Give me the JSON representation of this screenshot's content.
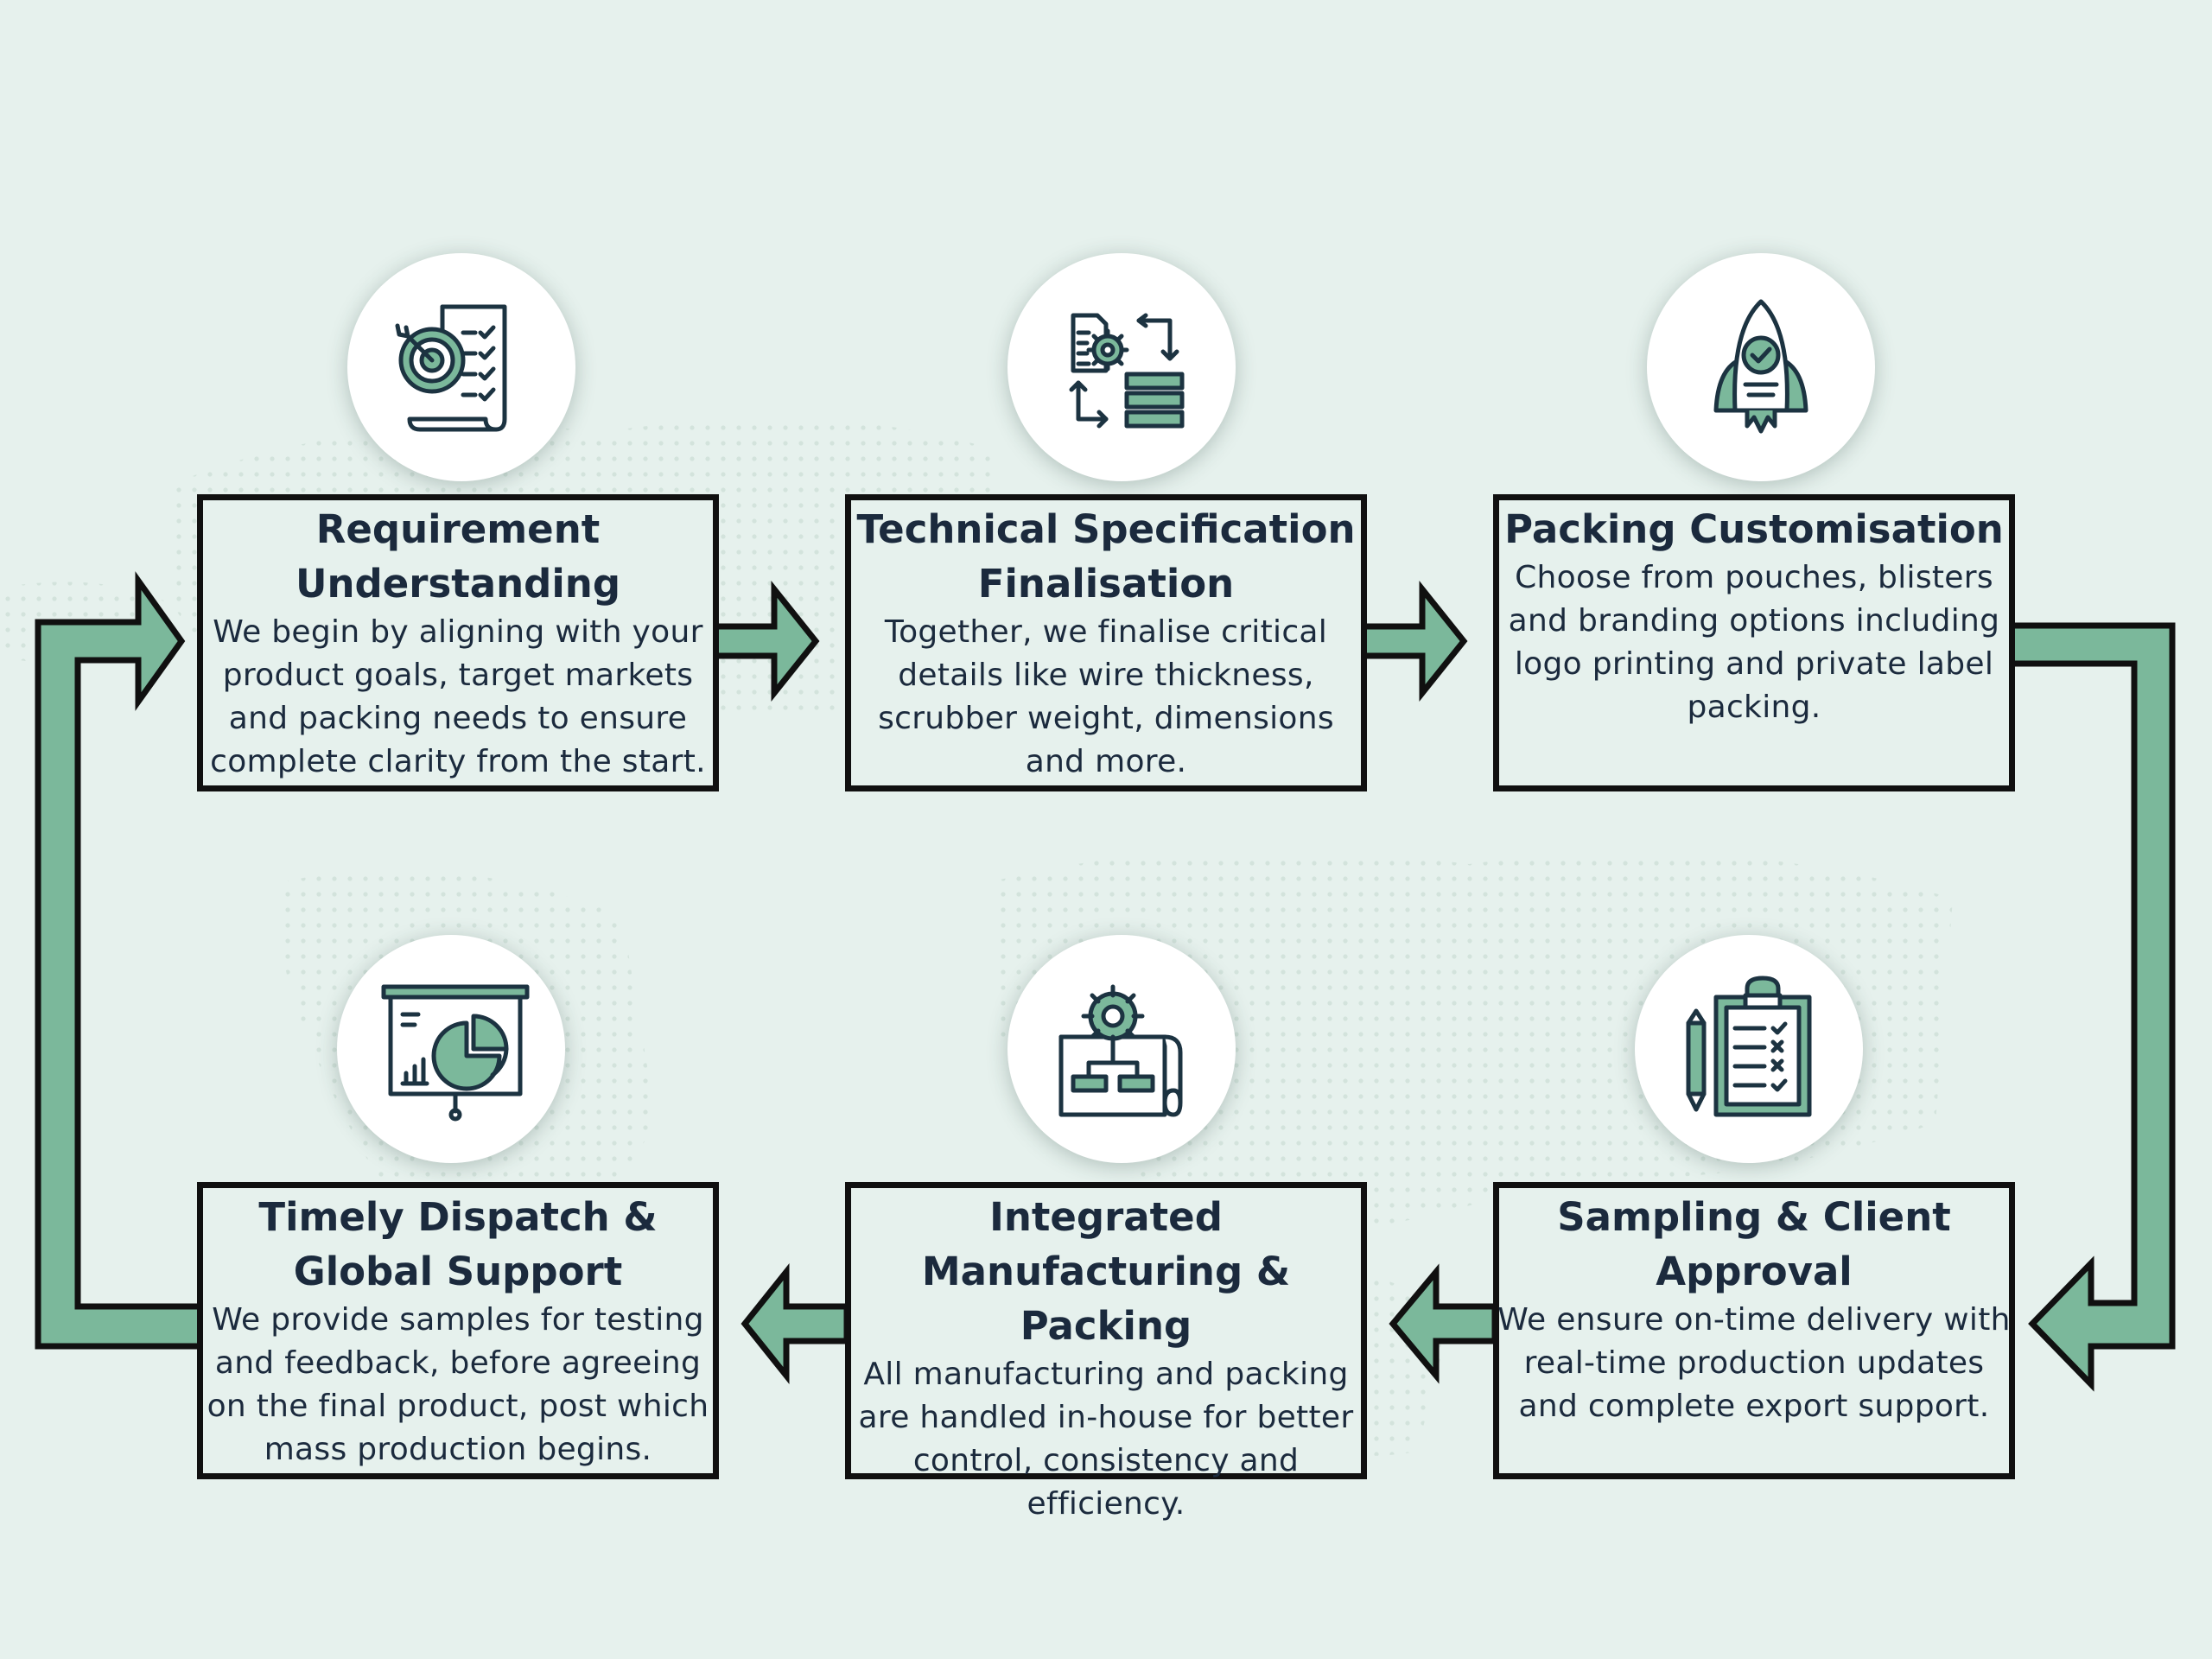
{
  "colors": {
    "background": "#e6f1ed",
    "accent_green": "#7bb89b",
    "outline": "#101010",
    "text": "#1b2a3d",
    "icon_dark": "#1c3341"
  },
  "steps": [
    {
      "title": "Requirement Understanding",
      "description": "We begin by aligning with your product goals, target markets and packing needs to ensure complete clarity from the start.",
      "icon": "target-checklist-icon"
    },
    {
      "title": "Technical Specification Finalisation",
      "description": "Together, we finalise critical details like wire thickness, scrubber weight, dimensions and more.",
      "icon": "process-workflow-icon"
    },
    {
      "title": "Packing Customisation",
      "description": "Choose from pouches, blisters and branding options including logo printing and private label packing.",
      "icon": "rocket-icon"
    },
    {
      "title": "Sampling & Client Approval",
      "description": "We ensure on-time delivery with real-time production updates and complete export support.",
      "icon": "clipboard-checklist-icon"
    },
    {
      "title": "Integrated Manufacturing & Packing",
      "description": "All manufacturing and packing are handled in-house for better control, consistency and efficiency.",
      "icon": "gear-blueprint-icon"
    },
    {
      "title": "Timely Dispatch & Global Support",
      "description": "We provide samples for testing and feedback, before agreeing on the final product, post which mass production begins.",
      "icon": "presentation-chart-icon"
    }
  ]
}
